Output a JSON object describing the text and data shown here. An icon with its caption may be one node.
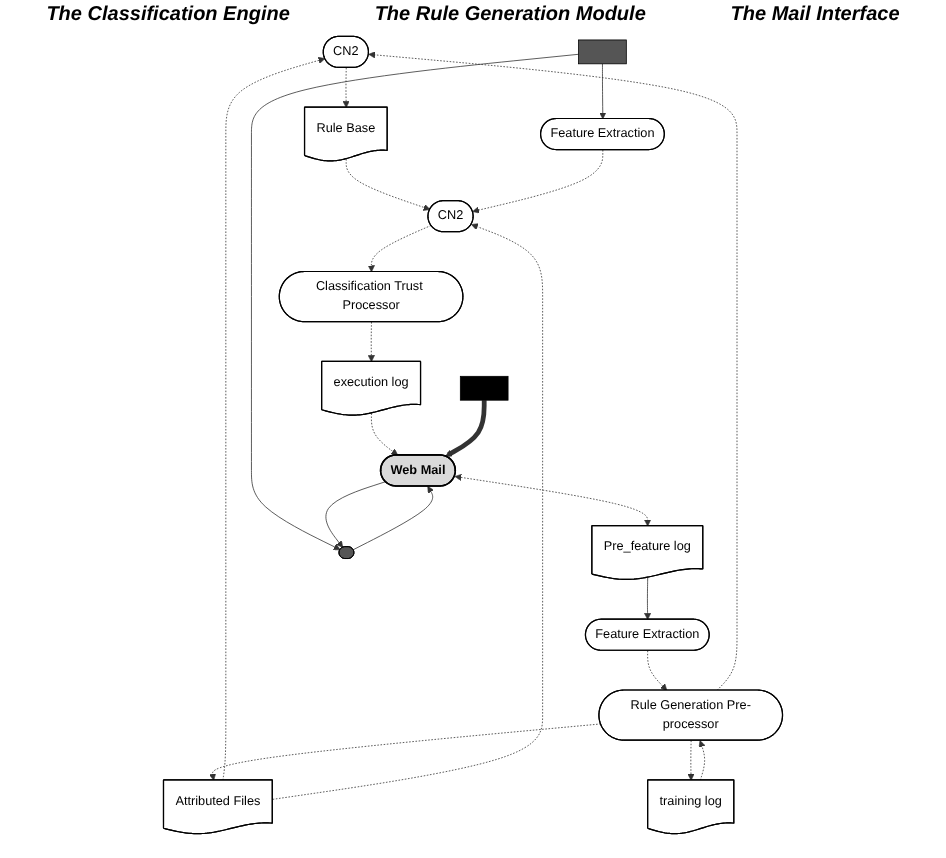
{
  "diagram": {
    "nodes": [
      {
        "text": [
          "CN2"
        ]
      },
      {
        "text": [
          "Rule Base"
        ]
      },
      {
        "text": [
          "Attributed Files"
        ]
      },
      {
        "text": [
          "Classification Trust Processor"
        ]
      },
      {
        "text": [
          "CN2"
        ]
      },
      {
        "text": [
          "Rule Generation Pre-processor"
        ]
      },
      {
        "text": [
          "Feature Extraction"
        ]
      },
      {
        "text": [
          "training log"
        ]
      },
      {
        "text": [
          "Feature Extraction"
        ]
      },
      {
        "text": [
          "execution log"
        ]
      },
      {
        "text": [
          "Web Mail"
        ]
      },
      {
        "text": [
          "Pre_feature log"
        ]
      },
      {
        "text": [],
        "shape": "box"
      },
      {
        "text": [],
        "shape": "circle"
      },
      {
        "text": [],
        "shape": "box"
      }
    ],
    "edges": [
      {
        "from": 0,
        "to": 1,
        "arrow": "to",
        "style": "dashed"
      },
      {
        "from": 2,
        "to": 0,
        "arrow": "to",
        "style": "dashed"
      },
      {
        "from": 5,
        "to": 0,
        "arrow": "to",
        "style": "dashed"
      },
      {
        "from": 5,
        "to": 2,
        "arrow": "to",
        "style": "dashed"
      },
      {
        "from": 1,
        "to": 4,
        "arrow": "to",
        "style": "dashed"
      },
      {
        "from": 2,
        "to": 4,
        "arrow": "to",
        "style": "dashed"
      },
      {
        "from": 4,
        "to": 3,
        "arrow": "to",
        "style": "dashed"
      },
      {
        "from": 6,
        "to": 4,
        "arrow": "to",
        "style": "dashed"
      },
      {
        "from": 3,
        "to": 9,
        "arrow": "to",
        "style": "dashed"
      },
      {
        "from": 5,
        "to": 7,
        "arrow": "to",
        "style": "dashed"
      },
      {
        "from": 7,
        "to": 5,
        "arrow": "to",
        "style": "dashed"
      },
      {
        "from": 8,
        "to": 5,
        "arrow": "to",
        "style": "dashed"
      },
      {
        "from": 9,
        "to": 10,
        "arrow": "to",
        "style": "dashed"
      },
      {
        "from": 10,
        "to": 11,
        "arrow": "both",
        "style": "dashed"
      },
      {
        "from": 11,
        "to": 8,
        "arrow": "to"
      },
      {
        "from": 12,
        "to": 6,
        "arrow": "to"
      },
      {
        "from": 12,
        "to": 13,
        "arrow": "to"
      },
      {
        "from": 13,
        "to": 10,
        "arrow": "to"
      },
      {
        "from": 10,
        "to": 13,
        "arrow": "to"
      },
      {
        "from": 14,
        "to": 10,
        "arrow": "to",
        "style": "thick"
      }
    ],
    "labels": [
      "The Classification Engine",
      "The Rule Generation Module",
      "The Mail Interface"
    ]
  }
}
